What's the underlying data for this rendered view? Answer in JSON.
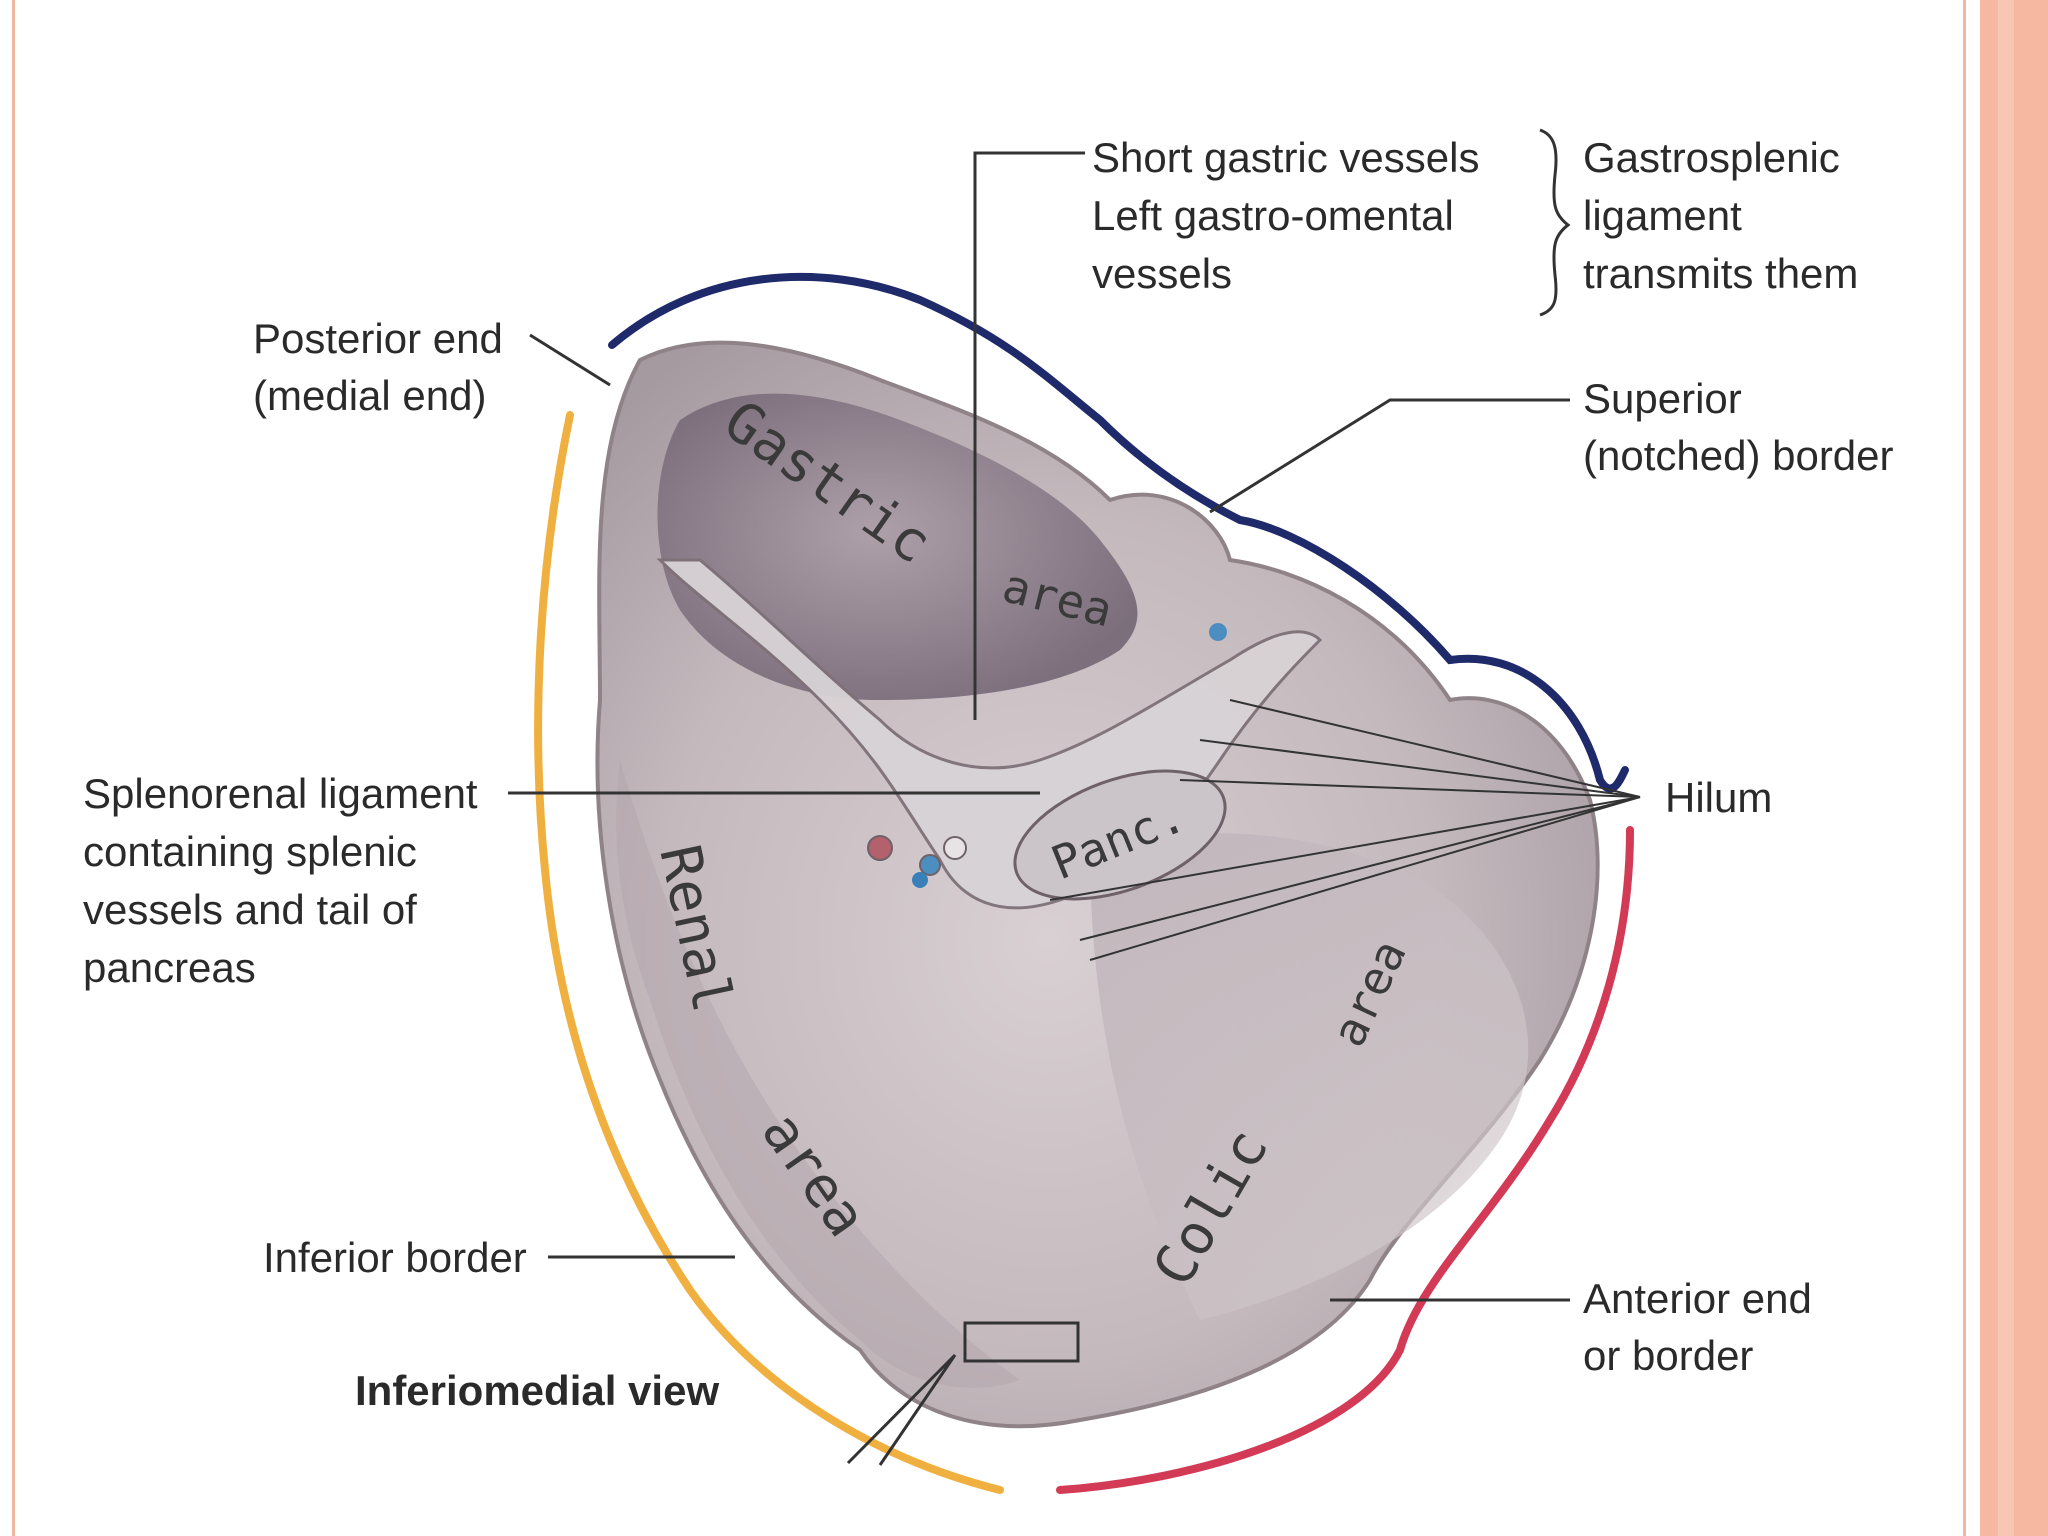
{
  "labels": {
    "posterior_end_1": "Posterior end",
    "posterior_end_2": "(medial end)",
    "short_gastric_1": "Short gastric vessels",
    "short_gastric_2": "Left gastro-omental",
    "short_gastric_3": "vessels",
    "gastrosplenic_1": "Gastrosplenic",
    "gastrosplenic_2": "ligament",
    "gastrosplenic_3": "transmits them",
    "superior_border_1": "Superior",
    "superior_border_2": "(notched) border",
    "splenorenal_1": "Splenorenal ligament",
    "splenorenal_2": "containing splenic",
    "splenorenal_3": "vessels and tail of",
    "splenorenal_4": "pancreas",
    "hilum": "Hilum",
    "inferior_border": "Inferior border",
    "anterior_end_1": "Anterior end",
    "anterior_end_2": "or border",
    "view_caption": "Inferiomedial view"
  },
  "regions": {
    "gastric": "Gastric",
    "gastric_area": "area",
    "renal": "Renal",
    "renal_area": "area",
    "colic": "Colic",
    "colic_area": "area",
    "panc": "Panc."
  },
  "colors": {
    "spleen_fill": "#c9bfc2",
    "spleen_shadow": "#8e8289",
    "superior_border_line": "#1f2a6b",
    "inferior_border_line": "#f0b040",
    "anterior_border_line": "#d23a55",
    "frame_accent": "#f6b8a0"
  }
}
